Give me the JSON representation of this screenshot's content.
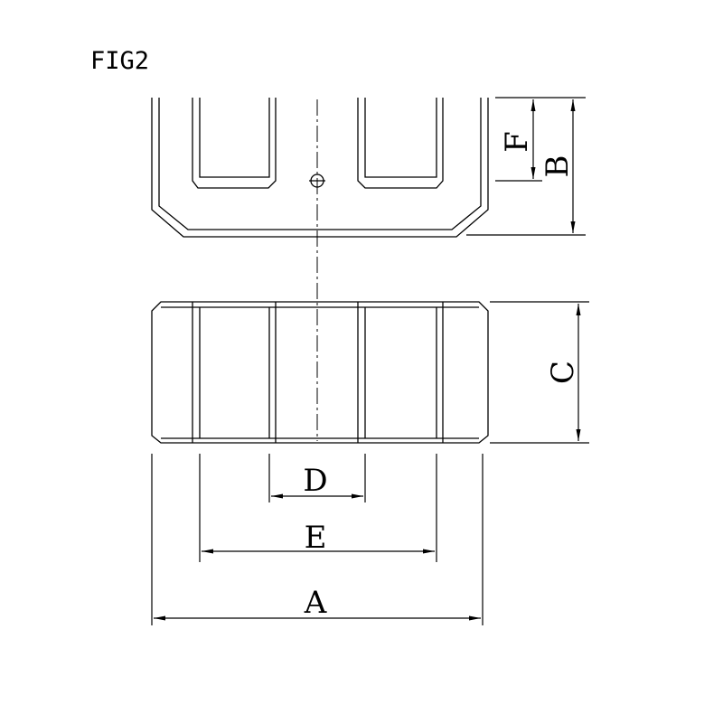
{
  "figure": {
    "title": "FIG2",
    "line_color": "#000000",
    "background": "#ffffff"
  },
  "dimensions": {
    "A": "A",
    "B": "B",
    "C": "C",
    "D": "D",
    "E": "E",
    "F": "F"
  }
}
